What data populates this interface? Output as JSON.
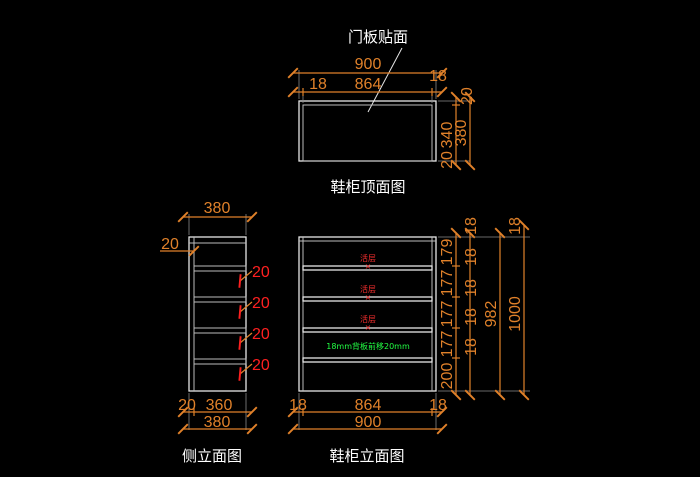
{
  "labels": {
    "door_panel": "门板贴面",
    "top_view": "鞋柜顶面图",
    "side_view": "侧立面图",
    "front_view": "鞋柜立面图"
  },
  "top_dims": {
    "total": "900",
    "inner": "864",
    "left": "18",
    "right": "18",
    "depth_a": "20",
    "depth_b": "340",
    "depth_total": "380",
    "top": "20"
  },
  "side_dims": {
    "width": "380",
    "top_offset": "20",
    "bottom_a": "20",
    "bottom_b": "360",
    "bottom_total": "380",
    "setback": "20"
  },
  "front_dims": {
    "left": "18",
    "inner": "864",
    "right": "18",
    "total": "900",
    "thick": "18",
    "h179": "179",
    "h177": "177",
    "h200": "200",
    "h982": "982",
    "h1000": "1000"
  },
  "shelves": {
    "movable": "活层",
    "note": "18mm背板前移20mm"
  }
}
